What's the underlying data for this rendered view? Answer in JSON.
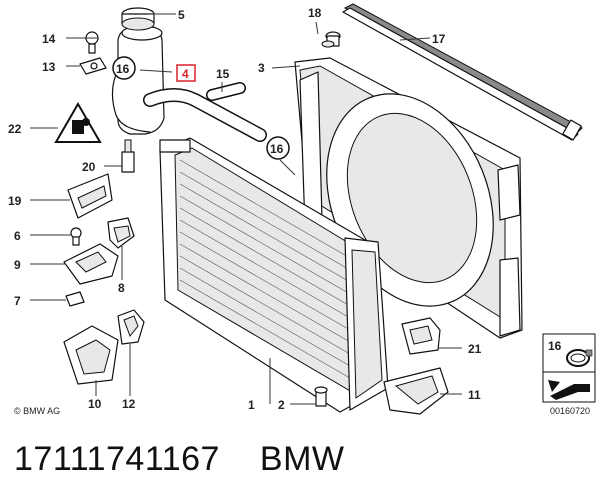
{
  "callouts": {
    "c1": "1",
    "c2": "2",
    "c3": "3",
    "c4": "4",
    "c5": "5",
    "c6": "6",
    "c7": "7",
    "c8": "8",
    "c9": "9",
    "c10": "10",
    "c11": "11",
    "c12": "12",
    "c13": "13",
    "c14": "14",
    "c15": "15",
    "c16a": "16",
    "c16b": "16",
    "c16c": "16",
    "c17": "17",
    "c18": "18",
    "c19": "19",
    "c20": "20",
    "c21": "21",
    "c22": "22"
  },
  "copyright": "© BMW AG",
  "diagram_number": "00160720",
  "caption": {
    "part_number": "17111741167",
    "brand": "BMW"
  },
  "colors": {
    "highlight": "#d9232a",
    "ink": "#111111"
  },
  "icons": {
    "warning": "hot-coolant-warning-triangle",
    "clamp": "hose-clamp-icon",
    "direction": "direction-arrow-icon"
  }
}
